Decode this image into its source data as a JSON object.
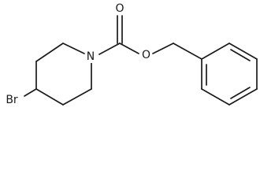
{
  "molecule": {
    "atoms": {
      "nitrogen": "N",
      "carbonyl_oxygen": "O",
      "ester_oxygen": "O",
      "bromine": "Br"
    }
  }
}
